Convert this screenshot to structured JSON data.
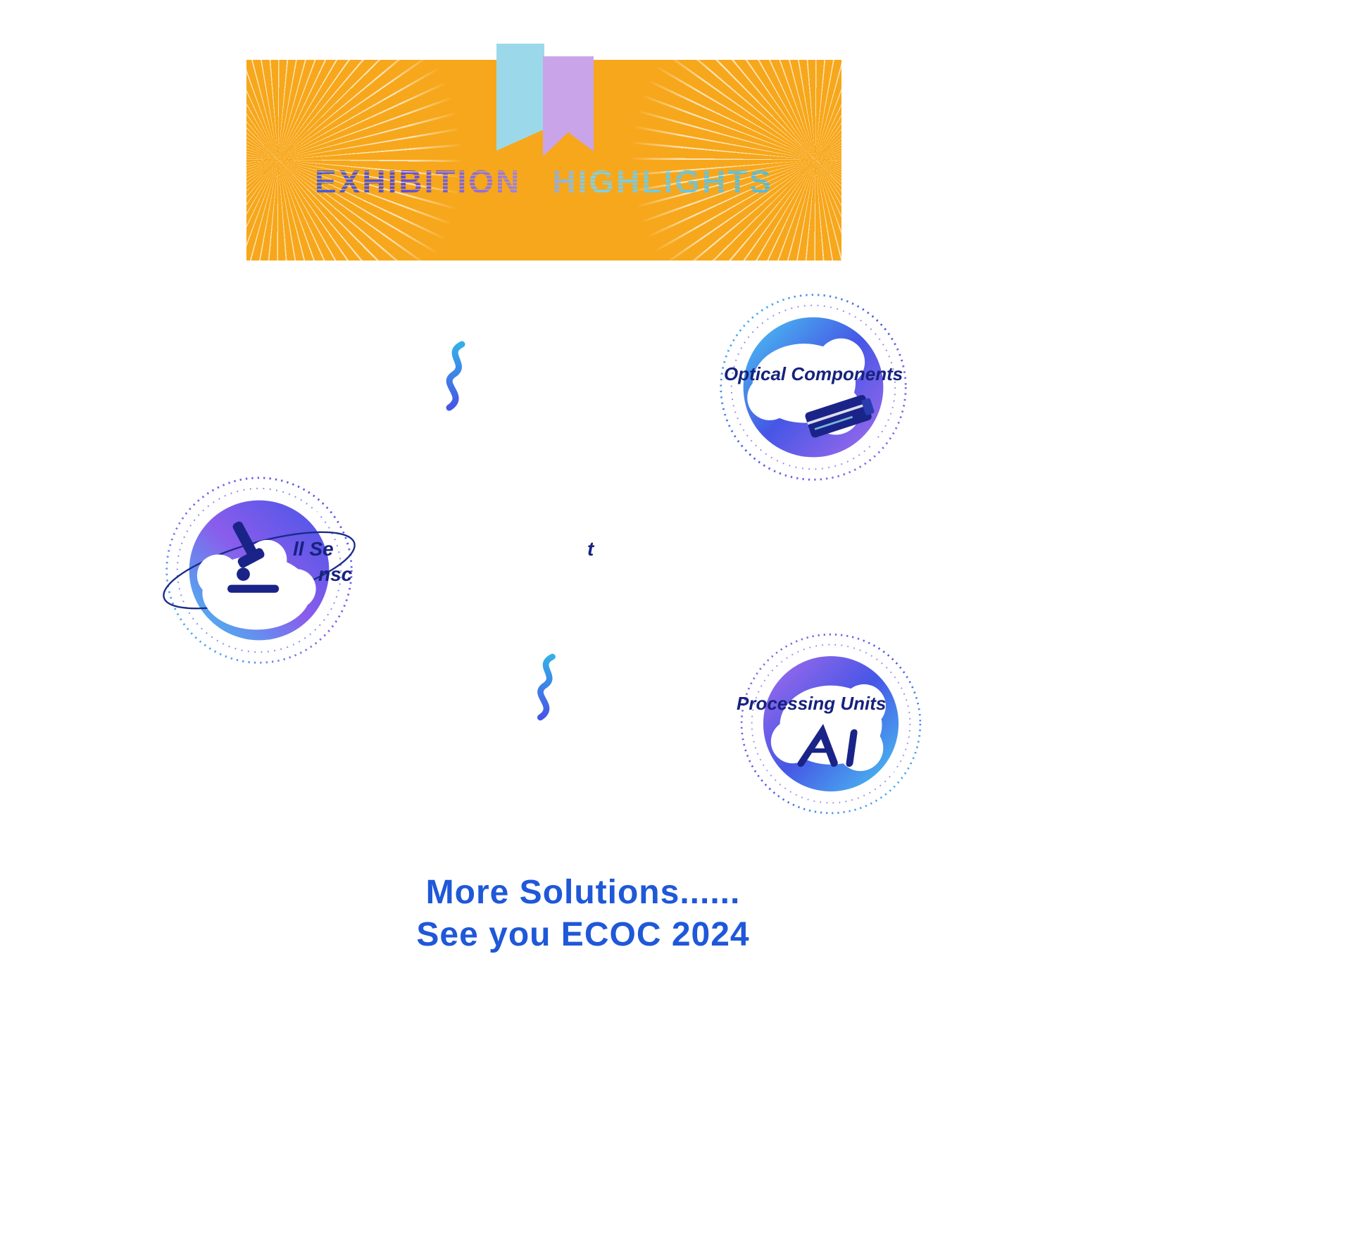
{
  "banner": {
    "title_words": [
      "EXHIBITION",
      "HIGHLIGHTS"
    ],
    "bg_color": "#F7A71B"
  },
  "ribbon": {
    "left_color": "#9BD9EA",
    "right_color": "#C9A4E8"
  },
  "features": [
    {
      "id": "optical-components",
      "caption": "Optical Components"
    },
    {
      "id": "transceivers",
      "caption_fragments": [
        "ll Se",
        "t",
        "nsc"
      ]
    },
    {
      "id": "processing-units",
      "caption": "Processing Units"
    }
  ],
  "footer": {
    "line1": "More Solutions......",
    "line2": "See you ECOC 2024"
  },
  "colors": {
    "banner_bg": "#F7A71B",
    "ribbon_cyan": "#9BD9EA",
    "ribbon_purple": "#C9A4E8",
    "caption_navy": "#16227E",
    "footer_blue": "#1F58D8",
    "badge_blue": "#4656E6",
    "badge_purple": "#A66CEC",
    "badge_cyan": "#49C9F2",
    "title_gradient_start": "#2E6BE0",
    "title_gradient_mid": "#8A5CE0",
    "title_gradient_end": "#2FB3E8"
  }
}
